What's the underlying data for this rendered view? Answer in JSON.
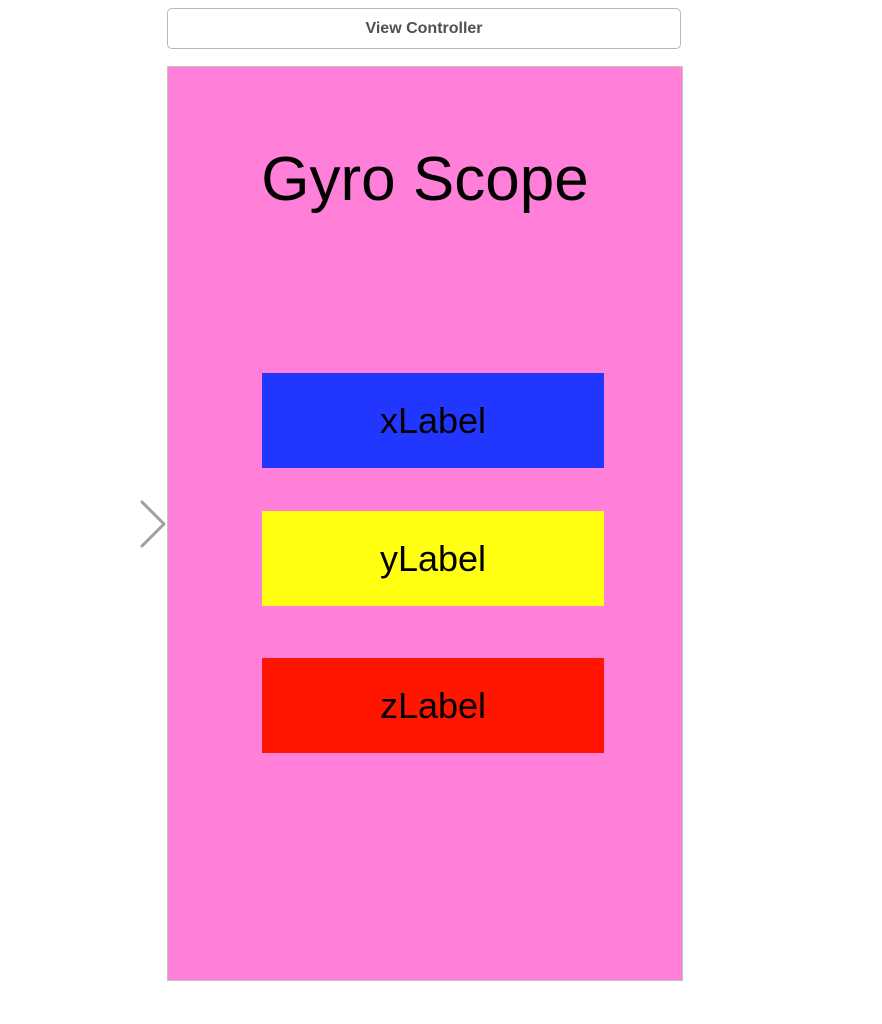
{
  "scene": {
    "header_title": "View Controller"
  },
  "view": {
    "background_color": "#FF7FD9",
    "title": "Gyro Scope"
  },
  "labels": [
    {
      "text": "xLabel",
      "color": "#2137FF"
    },
    {
      "text": "yLabel",
      "color": "#FFFF0F"
    },
    {
      "text": "zLabel",
      "color": "#FF1500"
    }
  ],
  "icons": {
    "entry_point": "arrow-right-icon"
  }
}
